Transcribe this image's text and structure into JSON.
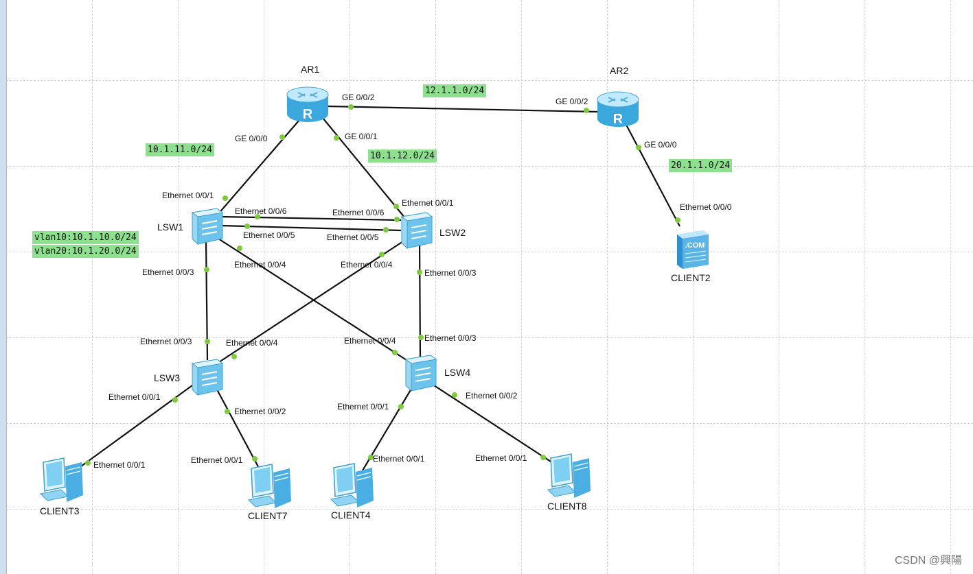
{
  "devices": {
    "ar1": "AR1",
    "ar2": "AR2",
    "lsw1": "LSW1",
    "lsw2": "LSW2",
    "lsw3": "LSW3",
    "lsw4": "LSW4",
    "client2": "CLIENT2",
    "client3": "CLIENT3",
    "client4": "CLIENT4",
    "client7": "CLIENT7",
    "client8": "CLIENT8"
  },
  "networks": {
    "ar1_ar2": "12.1.1.0/24",
    "ar1_lsw1": "10.1.11.0/24",
    "ar1_lsw2": "10.1.12.0/24",
    "ar2_client2": "20.1.1.0/24",
    "vlan_lines": [
      "vlan10:10.1.10.0/24",
      "vlan20:10.1.20.0/24"
    ]
  },
  "ports": {
    "ar1_ge002": "GE 0/0/2",
    "ar2_ge002": "GE 0/0/2",
    "ar1_ge000": "GE 0/0/0",
    "ar1_ge001": "GE 0/0/1",
    "ar2_ge000": "GE 0/0/0",
    "client2_eth000": "Ethernet 0/0/0",
    "lsw1_eth001": "Ethernet 0/0/1",
    "lsw2_eth001": "Ethernet 0/0/1",
    "lsw1_eth006": "Ethernet 0/0/6",
    "lsw2_eth006": "Ethernet 0/0/6",
    "lsw1_eth005": "Ethernet 0/0/5",
    "lsw2_eth005": "Ethernet 0/0/5",
    "lsw1_eth004": "Ethernet 0/0/4",
    "lsw2_eth004": "Ethernet 0/0/4",
    "lsw1_eth003": "Ethernet 0/0/3",
    "lsw2_eth003": "Ethernet 0/0/3",
    "lsw3_eth003": "Ethernet 0/0/3",
    "lsw3_eth004": "Ethernet 0/0/4",
    "lsw4_eth004": "Ethernet 0/0/4",
    "lsw4_eth003": "Ethernet 0/0/3",
    "lsw3_eth001": "Ethernet 0/0/1",
    "lsw3_eth002": "Ethernet 0/0/2",
    "lsw4_eth001": "Ethernet 0/0/1",
    "lsw4_eth002": "Ethernet 0/0/2",
    "client3_eth001": "Ethernet 0/0/1",
    "client7_eth001": "Ethernet 0/0/1",
    "client4_eth001": "Ethernet 0/0/1",
    "client8_eth001": "Ethernet 0/0/1"
  },
  "watermark": "CSDN @興陽",
  "colors": {
    "link": "#111111",
    "port_dot": "#7ecb3e",
    "network_label_bg": "#8de08d",
    "device_blue": "#6ec8ef",
    "grid": "#d3d3d3"
  }
}
